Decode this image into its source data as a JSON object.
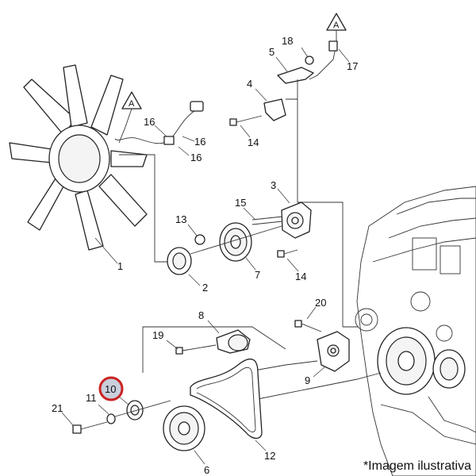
{
  "callouts": {
    "c1": "1",
    "c2": "2",
    "c3": "3",
    "c4": "4",
    "c5": "5",
    "c6": "6",
    "c7": "7",
    "c8": "8",
    "c9": "9",
    "c10": "10",
    "c11": "11",
    "c12": "12",
    "c13": "13",
    "c14a": "14",
    "c14b": "14",
    "c15": "15",
    "c16a": "16",
    "c16b": "16",
    "c16c": "16",
    "c17": "17",
    "c18": "18",
    "c19": "19",
    "c20": "20",
    "c21": "21"
  },
  "markers": {
    "a_top": "A",
    "a_fan": "A"
  },
  "footer": {
    "note": "*Imagem ilustrativa"
  },
  "colors": {
    "highlight_ring": "#cc2222",
    "highlight_fill": "#c9cfdc"
  }
}
